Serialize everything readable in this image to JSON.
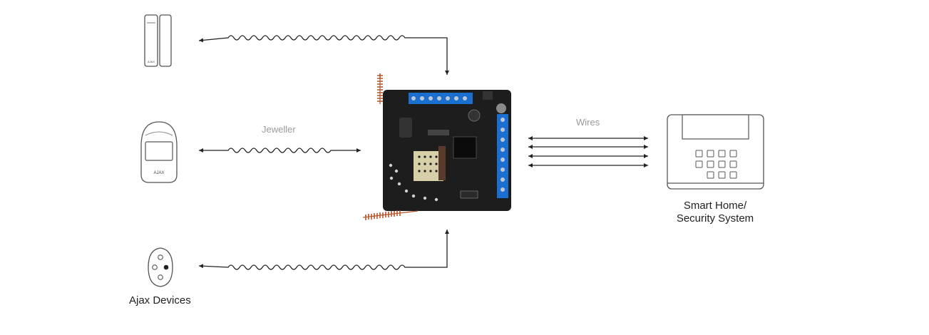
{
  "labels": {
    "jeweller": "Jeweller",
    "wires": "Wires",
    "ajax_devices": "Ajax Devices",
    "system_line1": "Smart Home/",
    "system_line2": "Security System"
  },
  "device_branding": {
    "door_sensor": "AJAX",
    "motion_sensor": "AJAX"
  },
  "colors": {
    "line": "#222222",
    "muted_text": "#9a9a9a",
    "board": "#1d1d1d",
    "terminal_blue": "#1b6fd0",
    "antenna": "#b5542a",
    "device_stroke": "#555555"
  },
  "icons": [
    "door-sensor-icon",
    "motion-sensor-icon",
    "keyfob-icon",
    "control-panel-icon",
    "integration-module-board"
  ]
}
